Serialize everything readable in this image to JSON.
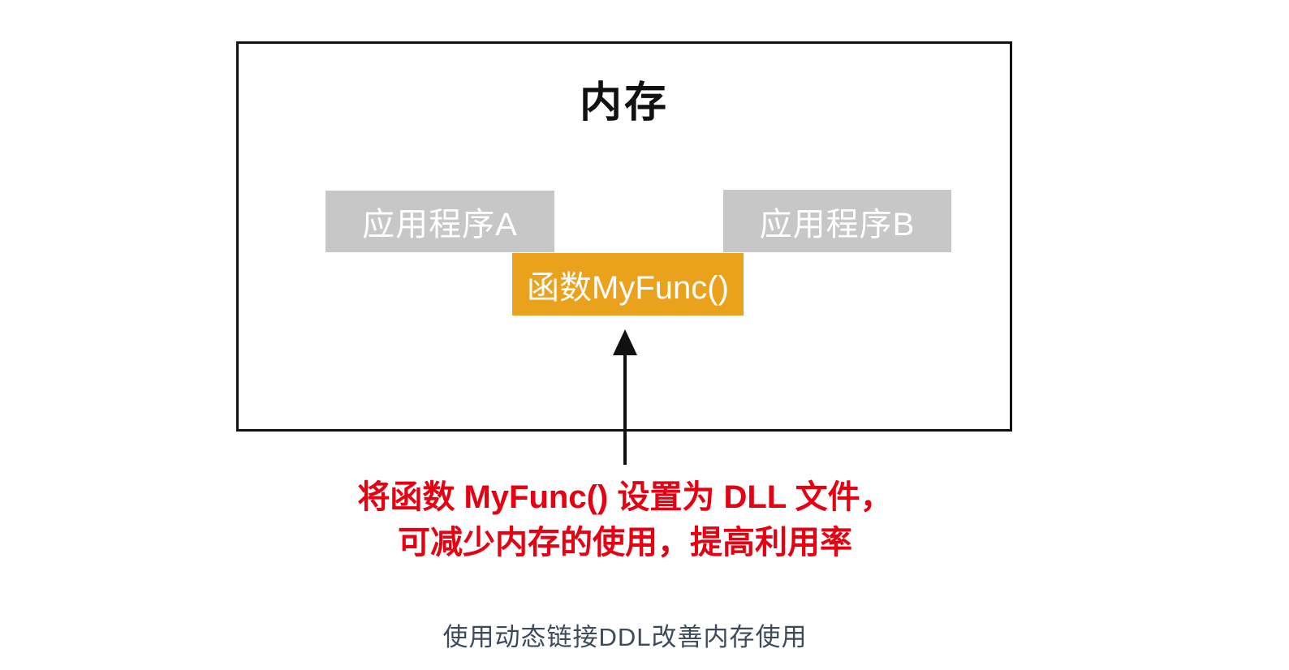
{
  "diagram": {
    "memory": {
      "title": "内存",
      "app_a_label": "应用程序A",
      "app_b_label": "应用程序B",
      "func_label": "函数MyFunc()"
    },
    "annotation": {
      "line1": "将函数 MyFunc() 设置为 DLL 文件，",
      "line2": "可减少内存的使用，提高利用率"
    },
    "caption": "使用动态链接DDL改善内存使用",
    "colors": {
      "ink": "#111111",
      "app_box_bg": "#C7C7C7",
      "func_box_bg": "#EAA21D",
      "box_text": "#FFFFFF",
      "annotation_red": "#E60012",
      "caption_color": "#3D4A5C"
    }
  }
}
